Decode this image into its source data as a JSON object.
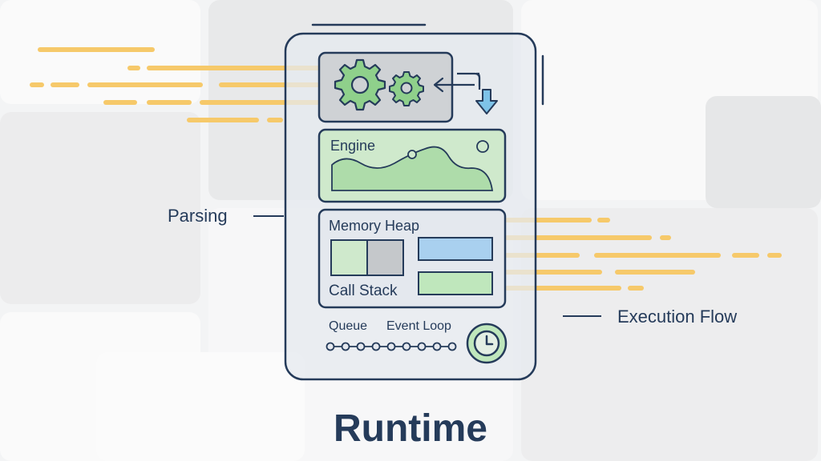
{
  "labels": {
    "parsing": "Parsing",
    "execution_flow": "Execution Flow",
    "runtime": "Runtime"
  },
  "modules": {
    "engine": "Engine",
    "memory_heap": "Memory Heap",
    "call_stack": "Call Stack",
    "queue": "Queue",
    "event_loop": "Event Loop"
  },
  "icons": [
    "gear-icon",
    "arrow-left-icon",
    "arrow-down-icon",
    "clock-icon"
  ],
  "colors": {
    "outline": "#253b5a",
    "accent_yellow": "#f6c96a",
    "engine_green": "#cfe9cc",
    "gear_green": "#8fd08b",
    "heap_blue": "#a9d0ef",
    "stack_green": "#bfe7bc",
    "gear_panel_gray": "#cfd2d5",
    "arrow_blue": "#7ec3e8"
  }
}
